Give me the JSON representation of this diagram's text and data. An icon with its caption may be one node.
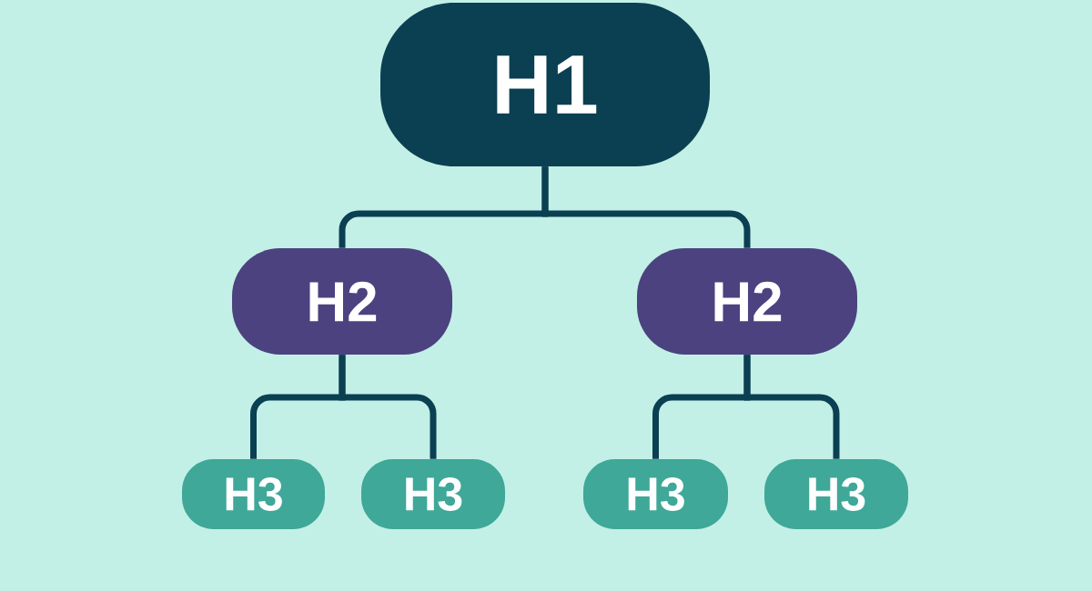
{
  "diagram": {
    "nodes": [
      {
        "text": [
          "H1"
        ]
      },
      {
        "text": [
          "H2"
        ]
      },
      {
        "text": [
          "H2"
        ]
      },
      {
        "text": [
          "H3"
        ]
      },
      {
        "text": [
          "H3"
        ]
      },
      {
        "text": [
          "H3"
        ]
      },
      {
        "text": [
          "H3"
        ]
      }
    ],
    "edges": [
      {
        "from": 0,
        "to": 1,
        "arrow": "none"
      },
      {
        "from": 0,
        "to": 2,
        "arrow": "none"
      },
      {
        "from": 1,
        "to": 3,
        "arrow": "none"
      },
      {
        "from": 1,
        "to": 4,
        "arrow": "none"
      },
      {
        "from": 2,
        "to": 5,
        "arrow": "none"
      },
      {
        "from": 2,
        "to": 6,
        "arrow": "none"
      }
    ]
  }
}
